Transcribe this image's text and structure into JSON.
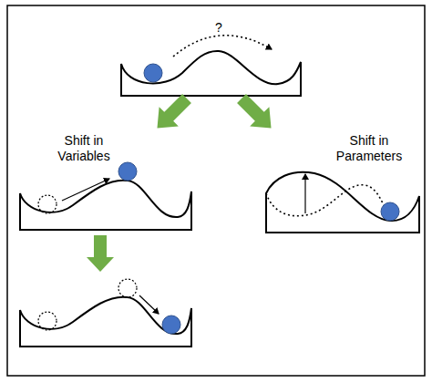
{
  "diagram": {
    "labels": [
      "?",
      "Shift in Variables",
      "Shift in Parameters"
    ]
  }
}
